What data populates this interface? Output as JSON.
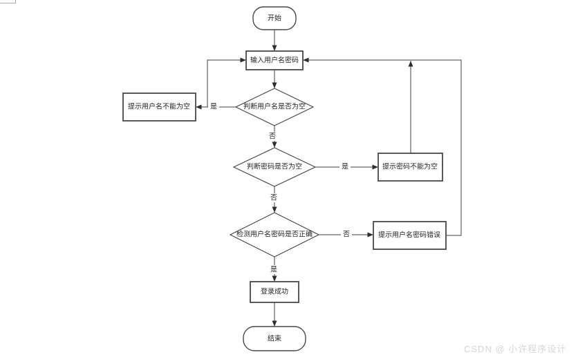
{
  "flowchart": {
    "nodes": {
      "start": {
        "label": "开始",
        "type": "terminator"
      },
      "input": {
        "label": "输入用户名密码",
        "type": "process"
      },
      "check_username": {
        "label": "判断用户名是否为空",
        "type": "decision"
      },
      "prompt_username": {
        "label": "提示用户名不能为空",
        "type": "process"
      },
      "check_password": {
        "label": "判断密码是否为空",
        "type": "decision"
      },
      "prompt_password": {
        "label": "提示密码不能为空",
        "type": "process"
      },
      "check_credentials": {
        "label": "检测用户名密码是否正确",
        "type": "decision"
      },
      "prompt_error": {
        "label": "提示用户名密码错误",
        "type": "process"
      },
      "login_success": {
        "label": "登录成功",
        "type": "process"
      },
      "end": {
        "label": "结束",
        "type": "terminator"
      }
    },
    "branch_labels": {
      "username_yes": "是",
      "username_no": "否",
      "password_yes": "是",
      "password_no": "否",
      "credentials_no": "否",
      "credentials_yes": "是"
    },
    "colors": {
      "line": "#3f3f3f",
      "shape_border": "#474747",
      "text": "#262626",
      "watermark": "#d6d6d8"
    }
  },
  "watermark": {
    "text": "CSDN @ 小许程序设计"
  }
}
